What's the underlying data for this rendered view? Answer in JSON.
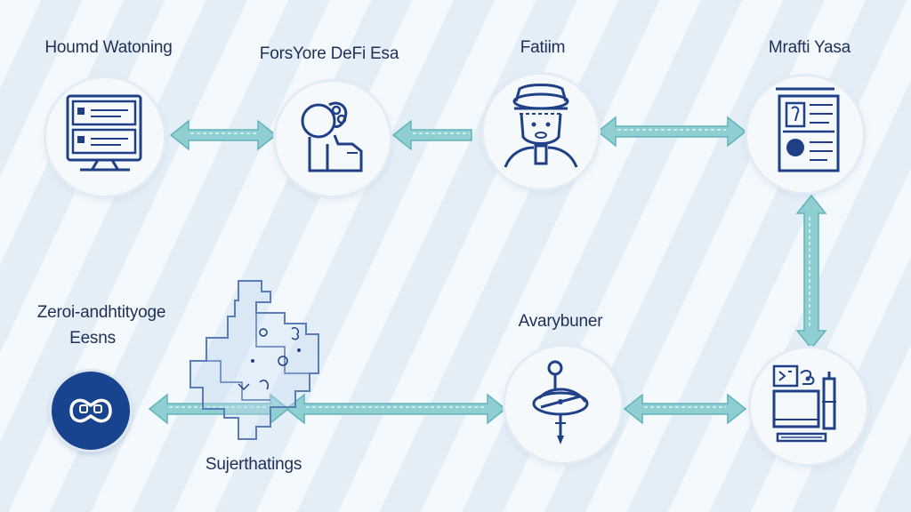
{
  "nodes": [
    {
      "label": "Houmd Watoning",
      "icon": "server-monitor-icon"
    },
    {
      "label": "ForsYore DeFi Esa",
      "icon": "person-avatar-icon"
    },
    {
      "label": "Fatiim",
      "icon": "hat-person-icon"
    },
    {
      "label": "Mrafti Yasa",
      "icon": "document-panel-icon"
    },
    {
      "label": "Zeroi-andhtityoge",
      "label2": "Eesns",
      "icon": "chain-link-icon"
    },
    {
      "label": "Sujerthatings",
      "icon": "map-icon"
    },
    {
      "label": "Avarybuner",
      "icon": "compass-icon"
    },
    {
      "label": "",
      "icon": "workstation-icon"
    }
  ],
  "colors": {
    "arrow": "#7ec3c7",
    "arrow_edge": "#5fb0b6",
    "icon_stroke": "#1f3f86",
    "dark_node": "#17438f",
    "text": "#1f2f55"
  }
}
